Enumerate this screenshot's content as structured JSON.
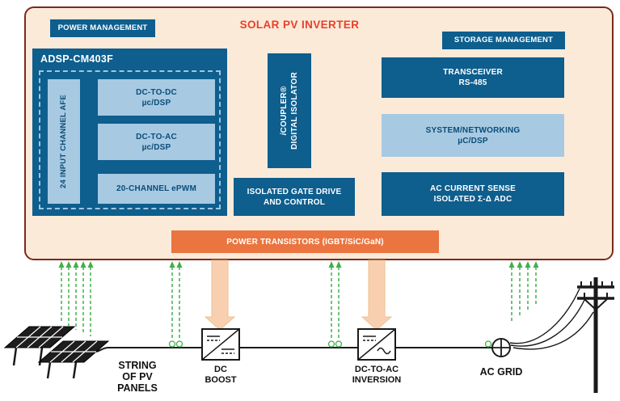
{
  "diagram": {
    "title": "SOLAR PV INVERTER",
    "power_management": "POWER MANAGEMENT",
    "storage_management": "STORAGE MANAGEMENT",
    "adsp": {
      "title": "ADSP-CM403F",
      "afe": "24 INPUT CHANNEL AFE",
      "dc_dc": {
        "line1": "DC-TO-DC",
        "line2": "µc/DSP"
      },
      "dc_ac": {
        "line1": "DC-TO-AC",
        "line2": "µc/DSP"
      },
      "epwm": "20-CHANNEL ePWM"
    },
    "isolator": {
      "i": "i",
      "coupler": "COUPLER®",
      "line2": "DIGITAL ISOLATOR"
    },
    "gate_drive": {
      "line1": "ISOLATED GATE DRIVE",
      "line2": "AND CONTROL"
    },
    "transceiver": {
      "line1": "TRANSCEIVER",
      "line2": "RS-485"
    },
    "system_networking": {
      "line1": "SYSTEM/NETWORKING",
      "line2": "µC/DSP"
    },
    "ac_current_sense": {
      "line1": "AC CURRENT SENSE",
      "line2": "ISOLATED Σ-Δ ADC"
    },
    "power_transistors": "POWER TRANSISTORS (IGBT/SiC/GaN)"
  },
  "schematic": {
    "pv_label": {
      "line1": "STRING",
      "line2": "OF PV",
      "line3": "PANELS"
    },
    "dc_boost": {
      "line1": "DC",
      "line2": "BOOST"
    },
    "dc_ac_inversion": {
      "line1": "DC-TO-AC",
      "line2": "INVERSION"
    },
    "ac_grid": "AC GRID"
  },
  "colors": {
    "dark_blue": "#0e5e8e",
    "light_blue": "#a7cae2",
    "peach_background": "#fcead9",
    "outline_maroon": "#7b2a1b",
    "title_red": "#e8402a",
    "orange": "#ea7540",
    "sense_green": "#3fb049",
    "power_arrow_peach": "#f8d0af"
  }
}
